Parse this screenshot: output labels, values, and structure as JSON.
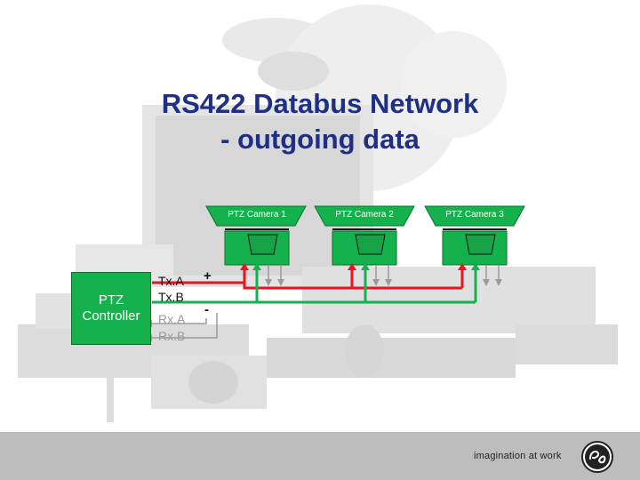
{
  "slide": {
    "title_line1": "RS422 Databus Network",
    "title_line2": "- outgoing data",
    "tagline": "imagination at work"
  },
  "controller": {
    "label_line1": "PTZ",
    "label_line2": "Controller",
    "pins": [
      "Tx.A",
      "Tx.B",
      "Rx.A",
      "Rx.B"
    ]
  },
  "bus": {
    "plus_sign": "+",
    "minus_sign": "-",
    "plus_color": "#e8141e",
    "minus_color": "#14b14c"
  },
  "cameras": [
    {
      "label": "PTZ Camera 1"
    },
    {
      "label": "PTZ Camera 2"
    },
    {
      "label": "PTZ Camera 3"
    }
  ],
  "colors": {
    "title": "#1f2f86",
    "camera_box": "#14b14c",
    "inactive_wire": "#9a9a9a"
  },
  "icons": {
    "logo": "ge-monogram-icon"
  }
}
